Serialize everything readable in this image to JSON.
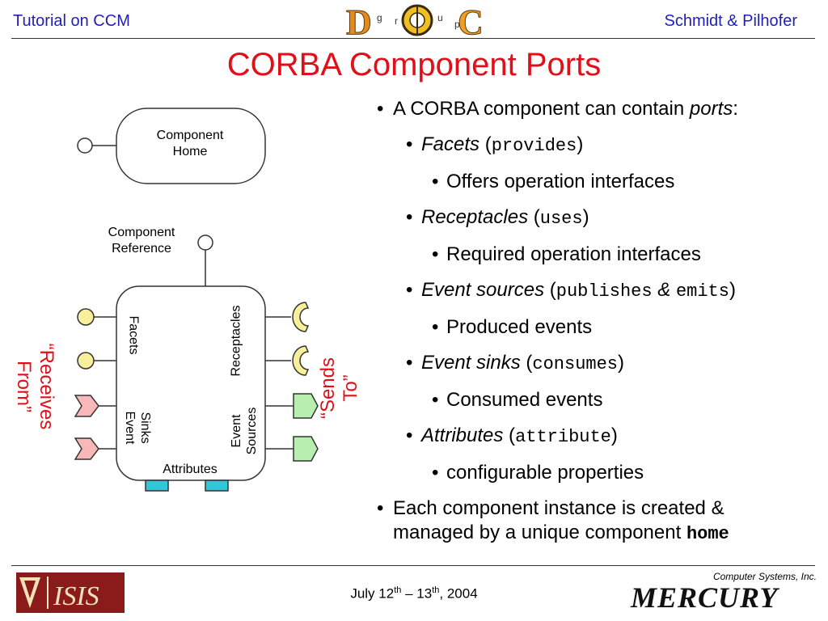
{
  "header": {
    "left": "Tutorial on CCM",
    "right": "Schmidt & Pilhofer",
    "logo": {
      "letters": [
        "D",
        "g",
        "r",
        "O",
        "u",
        "p",
        "C"
      ]
    }
  },
  "title": "CORBA Component Ports",
  "diagram": {
    "home_label_1": "Component",
    "home_label_2": "Home",
    "ref_label_1": "Component",
    "ref_label_2": "Reference",
    "facets": "Facets",
    "receptacles": "Receptacles",
    "event_sinks_1": "Event",
    "event_sinks_2": "Sinks",
    "event_sources_1": "Event",
    "event_sources_2": "Sources",
    "attributes": "Attributes",
    "receives_1": "“Receives",
    "receives_2": "From”",
    "sends_1": "“Sends",
    "sends_2": "To”",
    "colors": {
      "facet": "#f7ef9a",
      "sink": "#f9b8b8",
      "source": "#b8efb0",
      "attribute": "#2ec8d8",
      "accent_red": "#e0101a",
      "header_blue": "#1f1fb8"
    }
  },
  "bullets": {
    "intro": "A CORBA component can contain",
    "intro_em": "ports",
    "intro_end": ":",
    "facets": "Facets",
    "facets_kw": "provides",
    "facets_desc": "Offers operation interfaces",
    "receptacles": "Receptacles",
    "receptacles_kw": "uses",
    "receptacles_desc": "Required operation interfaces",
    "sources": "Event sources",
    "sources_kw1": "publishes",
    "sources_amp": "&",
    "sources_kw2": "emits",
    "sources_desc": "Produced events",
    "sinks": "Event sinks",
    "sinks_kw": "consumes",
    "sinks_desc": "Consumed events",
    "attributes": "Attributes",
    "attributes_kw": "attribute",
    "attributes_desc": "configurable properties",
    "home_1": "Each component instance is created &",
    "home_2": "managed by a unique component",
    "home_kw": "home"
  },
  "footer": {
    "date_a": "July 12",
    "date_sup1": "th",
    "date_b": " – 13",
    "date_sup2": "th",
    "date_c": ", 2004",
    "left_logo": "ISIS",
    "right_logo_small": "Computer Systems, Inc.",
    "right_logo": "MERCURY"
  }
}
